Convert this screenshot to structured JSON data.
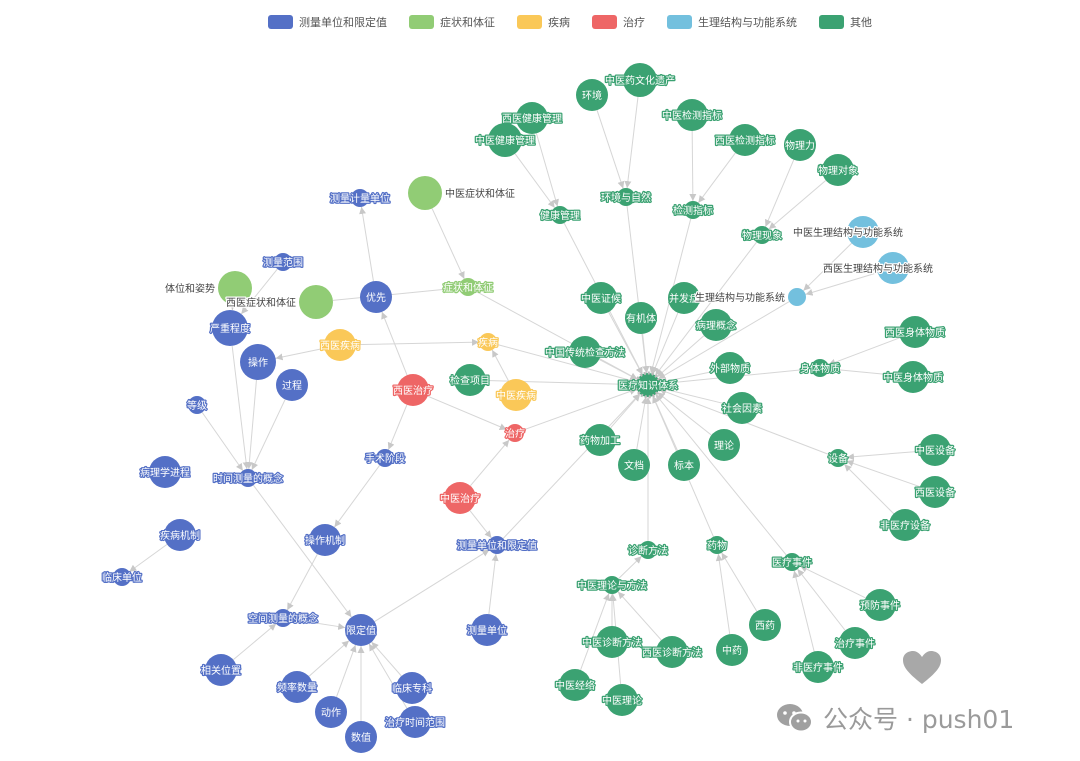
{
  "legend": [
    {
      "name": "测量单位和限定值",
      "color": "#5470c6"
    },
    {
      "name": "症状和体征",
      "color": "#91cc75"
    },
    {
      "name": "疾病",
      "color": "#fac858"
    },
    {
      "name": "治疗",
      "color": "#ee6666"
    },
    {
      "name": "生理结构与功能系统",
      "color": "#73c0de"
    },
    {
      "name": "其他",
      "color": "#3ba272"
    }
  ],
  "nodes": [
    {
      "id": 0,
      "label": "医疗知识体系",
      "cat": 5
    },
    {
      "id": 1,
      "label": "环境",
      "cat": 5
    },
    {
      "id": 2,
      "label": "中医药文化遗产",
      "cat": 5
    },
    {
      "id": 3,
      "label": "西医健康管理",
      "cat": 5
    },
    {
      "id": 4,
      "label": "中医健康管理",
      "cat": 5
    },
    {
      "id": 5,
      "label": "中医检测指标",
      "cat": 5
    },
    {
      "id": 6,
      "label": "西医检测指标",
      "cat": 5
    },
    {
      "id": 7,
      "label": "物理力",
      "cat": 5
    },
    {
      "id": 8,
      "label": "物理对象",
      "cat": 5
    },
    {
      "id": 9,
      "label": "健康管理",
      "cat": 5
    },
    {
      "id": 10,
      "label": "环境与自然",
      "cat": 5
    },
    {
      "id": 11,
      "label": "检测指标",
      "cat": 5
    },
    {
      "id": 12,
      "label": "物理现象",
      "cat": 5
    },
    {
      "id": 13,
      "label": "中医证候",
      "cat": 5
    },
    {
      "id": 14,
      "label": "有机体",
      "cat": 5
    },
    {
      "id": 15,
      "label": "并发症",
      "cat": 5
    },
    {
      "id": 16,
      "label": "病理概念",
      "cat": 5
    },
    {
      "id": 17,
      "label": "中国传统检查方法",
      "cat": 5
    },
    {
      "id": 18,
      "label": "外部物质",
      "cat": 5
    },
    {
      "id": 19,
      "label": "社会因素",
      "cat": 5
    },
    {
      "id": 20,
      "label": "药物加工",
      "cat": 5
    },
    {
      "id": 21,
      "label": "文档",
      "cat": 5
    },
    {
      "id": 22,
      "label": "标本",
      "cat": 5
    },
    {
      "id": 23,
      "label": "理论",
      "cat": 5
    },
    {
      "id": 24,
      "label": "身体物质",
      "cat": 5
    },
    {
      "id": 25,
      "label": "西医身体物质",
      "cat": 5
    },
    {
      "id": 26,
      "label": "中医身体物质",
      "cat": 5
    },
    {
      "id": 27,
      "label": "设备",
      "cat": 5
    },
    {
      "id": 28,
      "label": "中医设备",
      "cat": 5
    },
    {
      "id": 29,
      "label": "西医设备",
      "cat": 5
    },
    {
      "id": 30,
      "label": "非医疗设备",
      "cat": 5
    },
    {
      "id": 31,
      "label": "诊断方法",
      "cat": 5
    },
    {
      "id": 32,
      "label": "中医理论与方法",
      "cat": 5
    },
    {
      "id": 33,
      "label": "药物",
      "cat": 5
    },
    {
      "id": 34,
      "label": "医疗事件",
      "cat": 5
    },
    {
      "id": 35,
      "label": "中医诊断方法",
      "cat": 5
    },
    {
      "id": 36,
      "label": "西医诊断方法",
      "cat": 5
    },
    {
      "id": 37,
      "label": "中药",
      "cat": 5
    },
    {
      "id": 38,
      "label": "西药",
      "cat": 5
    },
    {
      "id": 39,
      "label": "预防事件",
      "cat": 5
    },
    {
      "id": 40,
      "label": "治疗事件",
      "cat": 5
    },
    {
      "id": 41,
      "label": "非医疗事件",
      "cat": 5
    },
    {
      "id": 42,
      "label": "中医经络",
      "cat": 5
    },
    {
      "id": 43,
      "label": "中医理论",
      "cat": 5
    },
    {
      "id": 44,
      "label": "检查项目",
      "cat": 5
    },
    {
      "id": 45,
      "label": "中医生理结构与功能系统",
      "cat": 4
    },
    {
      "id": 46,
      "label": "西医生理结构与功能系统",
      "cat": 4
    },
    {
      "id": 47,
      "label": "生理结构与功能系统",
      "cat": 4
    },
    {
      "id": 48,
      "label": "西医疾病",
      "cat": 2
    },
    {
      "id": 49,
      "label": "疾病",
      "cat": 2
    },
    {
      "id": 50,
      "label": "中医疾病",
      "cat": 2
    },
    {
      "id": 51,
      "label": "西医治疗",
      "cat": 3
    },
    {
      "id": 52,
      "label": "治疗",
      "cat": 3
    },
    {
      "id": 53,
      "label": "中医治疗",
      "cat": 3
    },
    {
      "id": 54,
      "label": "中医症状和体征",
      "cat": 1
    },
    {
      "id": 55,
      "label": "症状和体征",
      "cat": 1
    },
    {
      "id": 56,
      "label": "体位和姿势",
      "cat": 1
    },
    {
      "id": 57,
      "label": "西医症状和体征",
      "cat": 1
    },
    {
      "id": 58,
      "label": "测量计量单位",
      "cat": 0
    },
    {
      "id": 59,
      "label": "优先",
      "cat": 0
    },
    {
      "id": 60,
      "label": "测量范围",
      "cat": 0
    },
    {
      "id": 61,
      "label": "严重程度",
      "cat": 0
    },
    {
      "id": 62,
      "label": "操作",
      "cat": 0
    },
    {
      "id": 63,
      "label": "过程",
      "cat": 0
    },
    {
      "id": 64,
      "label": "等级",
      "cat": 0
    },
    {
      "id": 65,
      "label": "时间测量的概念",
      "cat": 0
    },
    {
      "id": 66,
      "label": "病理学进程",
      "cat": 0
    },
    {
      "id": 67,
      "label": "疾病机制",
      "cat": 0
    },
    {
      "id": 68,
      "label": "临床单位",
      "cat": 0
    },
    {
      "id": 69,
      "label": "手术阶段",
      "cat": 0
    },
    {
      "id": 70,
      "label": "操作机制",
      "cat": 0
    },
    {
      "id": 71,
      "label": "测量单位和限定值",
      "cat": 0
    },
    {
      "id": 72,
      "label": "空间测量的概念",
      "cat": 0
    },
    {
      "id": 73,
      "label": "限定值",
      "cat": 0
    },
    {
      "id": 74,
      "label": "测量单位",
      "cat": 0
    },
    {
      "id": 75,
      "label": "相关位置",
      "cat": 0
    },
    {
      "id": 76,
      "label": "频率数量",
      "cat": 0
    },
    {
      "id": 77,
      "label": "动作",
      "cat": 0
    },
    {
      "id": 78,
      "label": "数值",
      "cat": 0
    },
    {
      "id": 79,
      "label": "临床专科",
      "cat": 0
    },
    {
      "id": 80,
      "label": "治疗时间范围",
      "cat": 0
    }
  ],
  "edges": [
    [
      13,
      0
    ],
    [
      14,
      0
    ],
    [
      15,
      0
    ],
    [
      16,
      0
    ],
    [
      17,
      0
    ],
    [
      18,
      0
    ],
    [
      19,
      0
    ],
    [
      20,
      0
    ],
    [
      21,
      0
    ],
    [
      22,
      0
    ],
    [
      23,
      0
    ],
    [
      9,
      0
    ],
    [
      10,
      0
    ],
    [
      11,
      0
    ],
    [
      12,
      0
    ],
    [
      24,
      0
    ],
    [
      47,
      0
    ],
    [
      27,
      0
    ],
    [
      31,
      0
    ],
    [
      33,
      0
    ],
    [
      34,
      0
    ],
    [
      44,
      0
    ],
    [
      49,
      0
    ],
    [
      55,
      0
    ],
    [
      71,
      0
    ],
    [
      52,
      0
    ],
    [
      3,
      9
    ],
    [
      4,
      9
    ],
    [
      1,
      10
    ],
    [
      2,
      10
    ],
    [
      5,
      11
    ],
    [
      6,
      11
    ],
    [
      7,
      12
    ],
    [
      8,
      12
    ],
    [
      25,
      24
    ],
    [
      26,
      24
    ],
    [
      28,
      27
    ],
    [
      29,
      27
    ],
    [
      30,
      27
    ],
    [
      32,
      31
    ],
    [
      35,
      32
    ],
    [
      36,
      32
    ],
    [
      42,
      32
    ],
    [
      43,
      32
    ],
    [
      37,
      33
    ],
    [
      38,
      33
    ],
    [
      39,
      34
    ],
    [
      40,
      34
    ],
    [
      41,
      34
    ],
    [
      45,
      47
    ],
    [
      46,
      47
    ],
    [
      48,
      49
    ],
    [
      50,
      49
    ],
    [
      51,
      52
    ],
    [
      53,
      52
    ],
    [
      51,
      59
    ],
    [
      54,
      55
    ],
    [
      57,
      55
    ],
    [
      56,
      61
    ],
    [
      59,
      58
    ],
    [
      48,
      62
    ],
    [
      61,
      65
    ],
    [
      62,
      65
    ],
    [
      63,
      65
    ],
    [
      64,
      65
    ],
    [
      65,
      73
    ],
    [
      67,
      68
    ],
    [
      69,
      70
    ],
    [
      51,
      69
    ],
    [
      70,
      72
    ],
    [
      72,
      73
    ],
    [
      75,
      72
    ],
    [
      76,
      73
    ],
    [
      77,
      73
    ],
    [
      78,
      73
    ],
    [
      79,
      73
    ],
    [
      80,
      73
    ],
    [
      73,
      71
    ],
    [
      74,
      71
    ],
    [
      53,
      71
    ],
    [
      60,
      61
    ]
  ],
  "watermark": {
    "text": "公众号 · push01",
    "icons": [
      "wechat-icon",
      "heart-icon"
    ]
  }
}
